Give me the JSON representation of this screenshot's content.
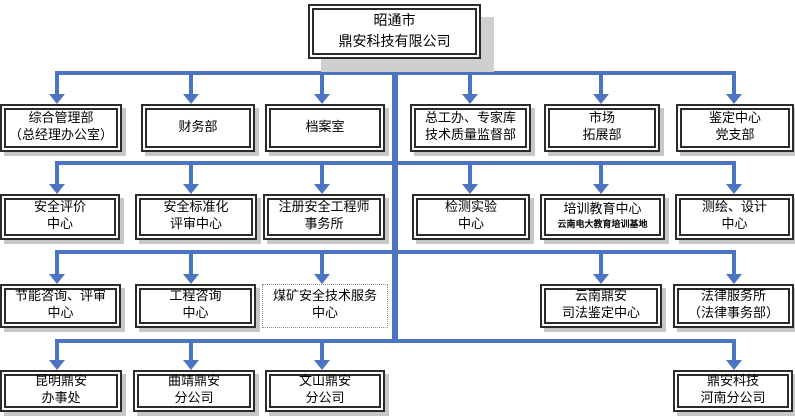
{
  "colors": {
    "connector_blue": "#4B74C1",
    "shadow_gray": "#C7C7C7",
    "border_dark": "#2B2B2B",
    "background": "#FFFFFF"
  },
  "org_chart": {
    "root": {
      "line1": "昭通市",
      "line2": "鼎安科技有限公司"
    },
    "row1": [
      {
        "line1": "综合管理部",
        "line2": "（总经理办公室）"
      },
      {
        "line1": "财务部",
        "line2": ""
      },
      {
        "line1": "档案室",
        "line2": ""
      },
      {
        "line1": "总工办、专家库",
        "line2": "技术质量监督部"
      },
      {
        "line1": "市场",
        "line2": "拓展部"
      },
      {
        "line1": "鉴定中心",
        "line2": "党支部"
      }
    ],
    "row2": [
      {
        "line1": "安全评价",
        "line2": "中心"
      },
      {
        "line1": "安全标准化",
        "line2": "评审中心"
      },
      {
        "line1": "注册安全工程师",
        "line2": "事务所"
      },
      {
        "line1": "检测实验",
        "line2": "中心"
      },
      {
        "line1": "培训教育中心",
        "sub": "云南电大教育培训基地"
      },
      {
        "line1": "测绘、设计",
        "line2": "中心"
      }
    ],
    "row3": [
      {
        "line1": "节能咨询、评审",
        "line2": "中心"
      },
      {
        "line1": "工程咨询",
        "line2": "中心"
      },
      {
        "line1": "煤矿安全技术服务",
        "line2": "中心"
      },
      {
        "line1": "云南鼎安",
        "line2": "司法鉴定中心"
      },
      {
        "line1": "法律服务所",
        "line2": "（法律事务部）"
      }
    ],
    "row4": [
      {
        "line1": "昆明鼎安",
        "line2": "办事处"
      },
      {
        "line1": "曲靖鼎安",
        "line2": "分公司"
      },
      {
        "line1": "文山鼎安",
        "line2": "分公司"
      },
      {
        "line1": "鼎安科技",
        "line2": "河南分公司"
      }
    ]
  }
}
